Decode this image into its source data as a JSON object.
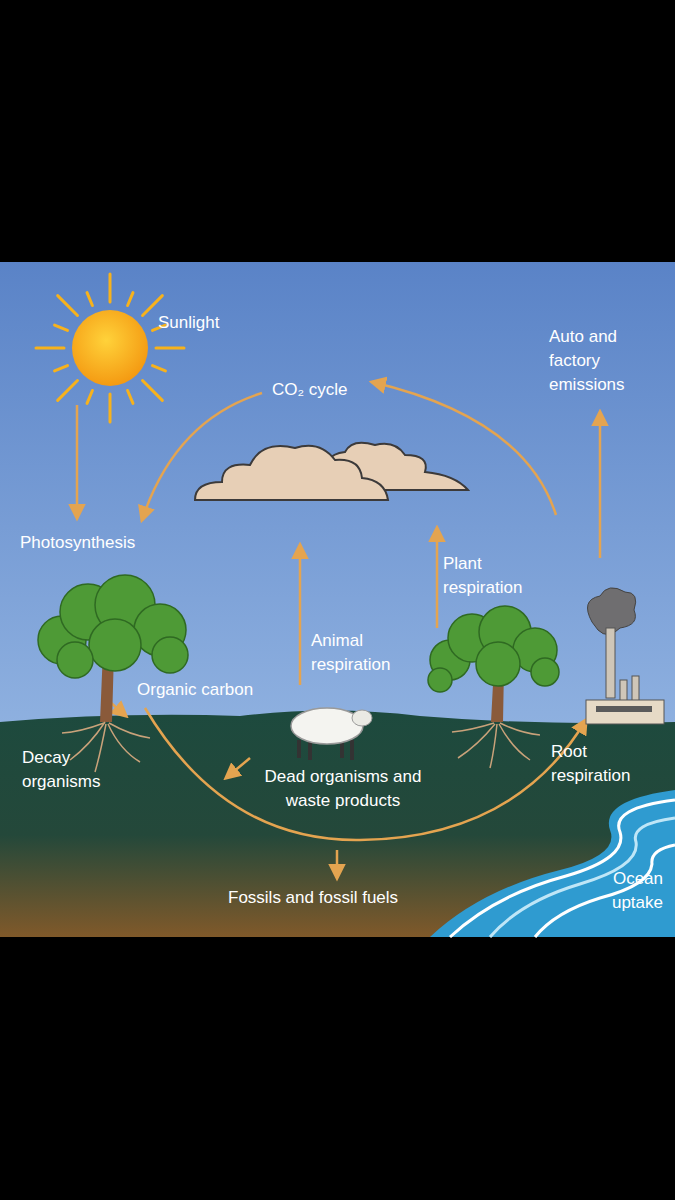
{
  "diagram": {
    "labels": [
      "Sunlight",
      "CO₂ cycle",
      "Auto and factory emissions",
      "Photosynthesis",
      "Plant respiration",
      "Animal respiration",
      "Organic carbon",
      "Decay organisms",
      "Dead organisms and waste products",
      "Root respiration",
      "Fossils and fossil fuels",
      "Ocean uptake"
    ]
  }
}
